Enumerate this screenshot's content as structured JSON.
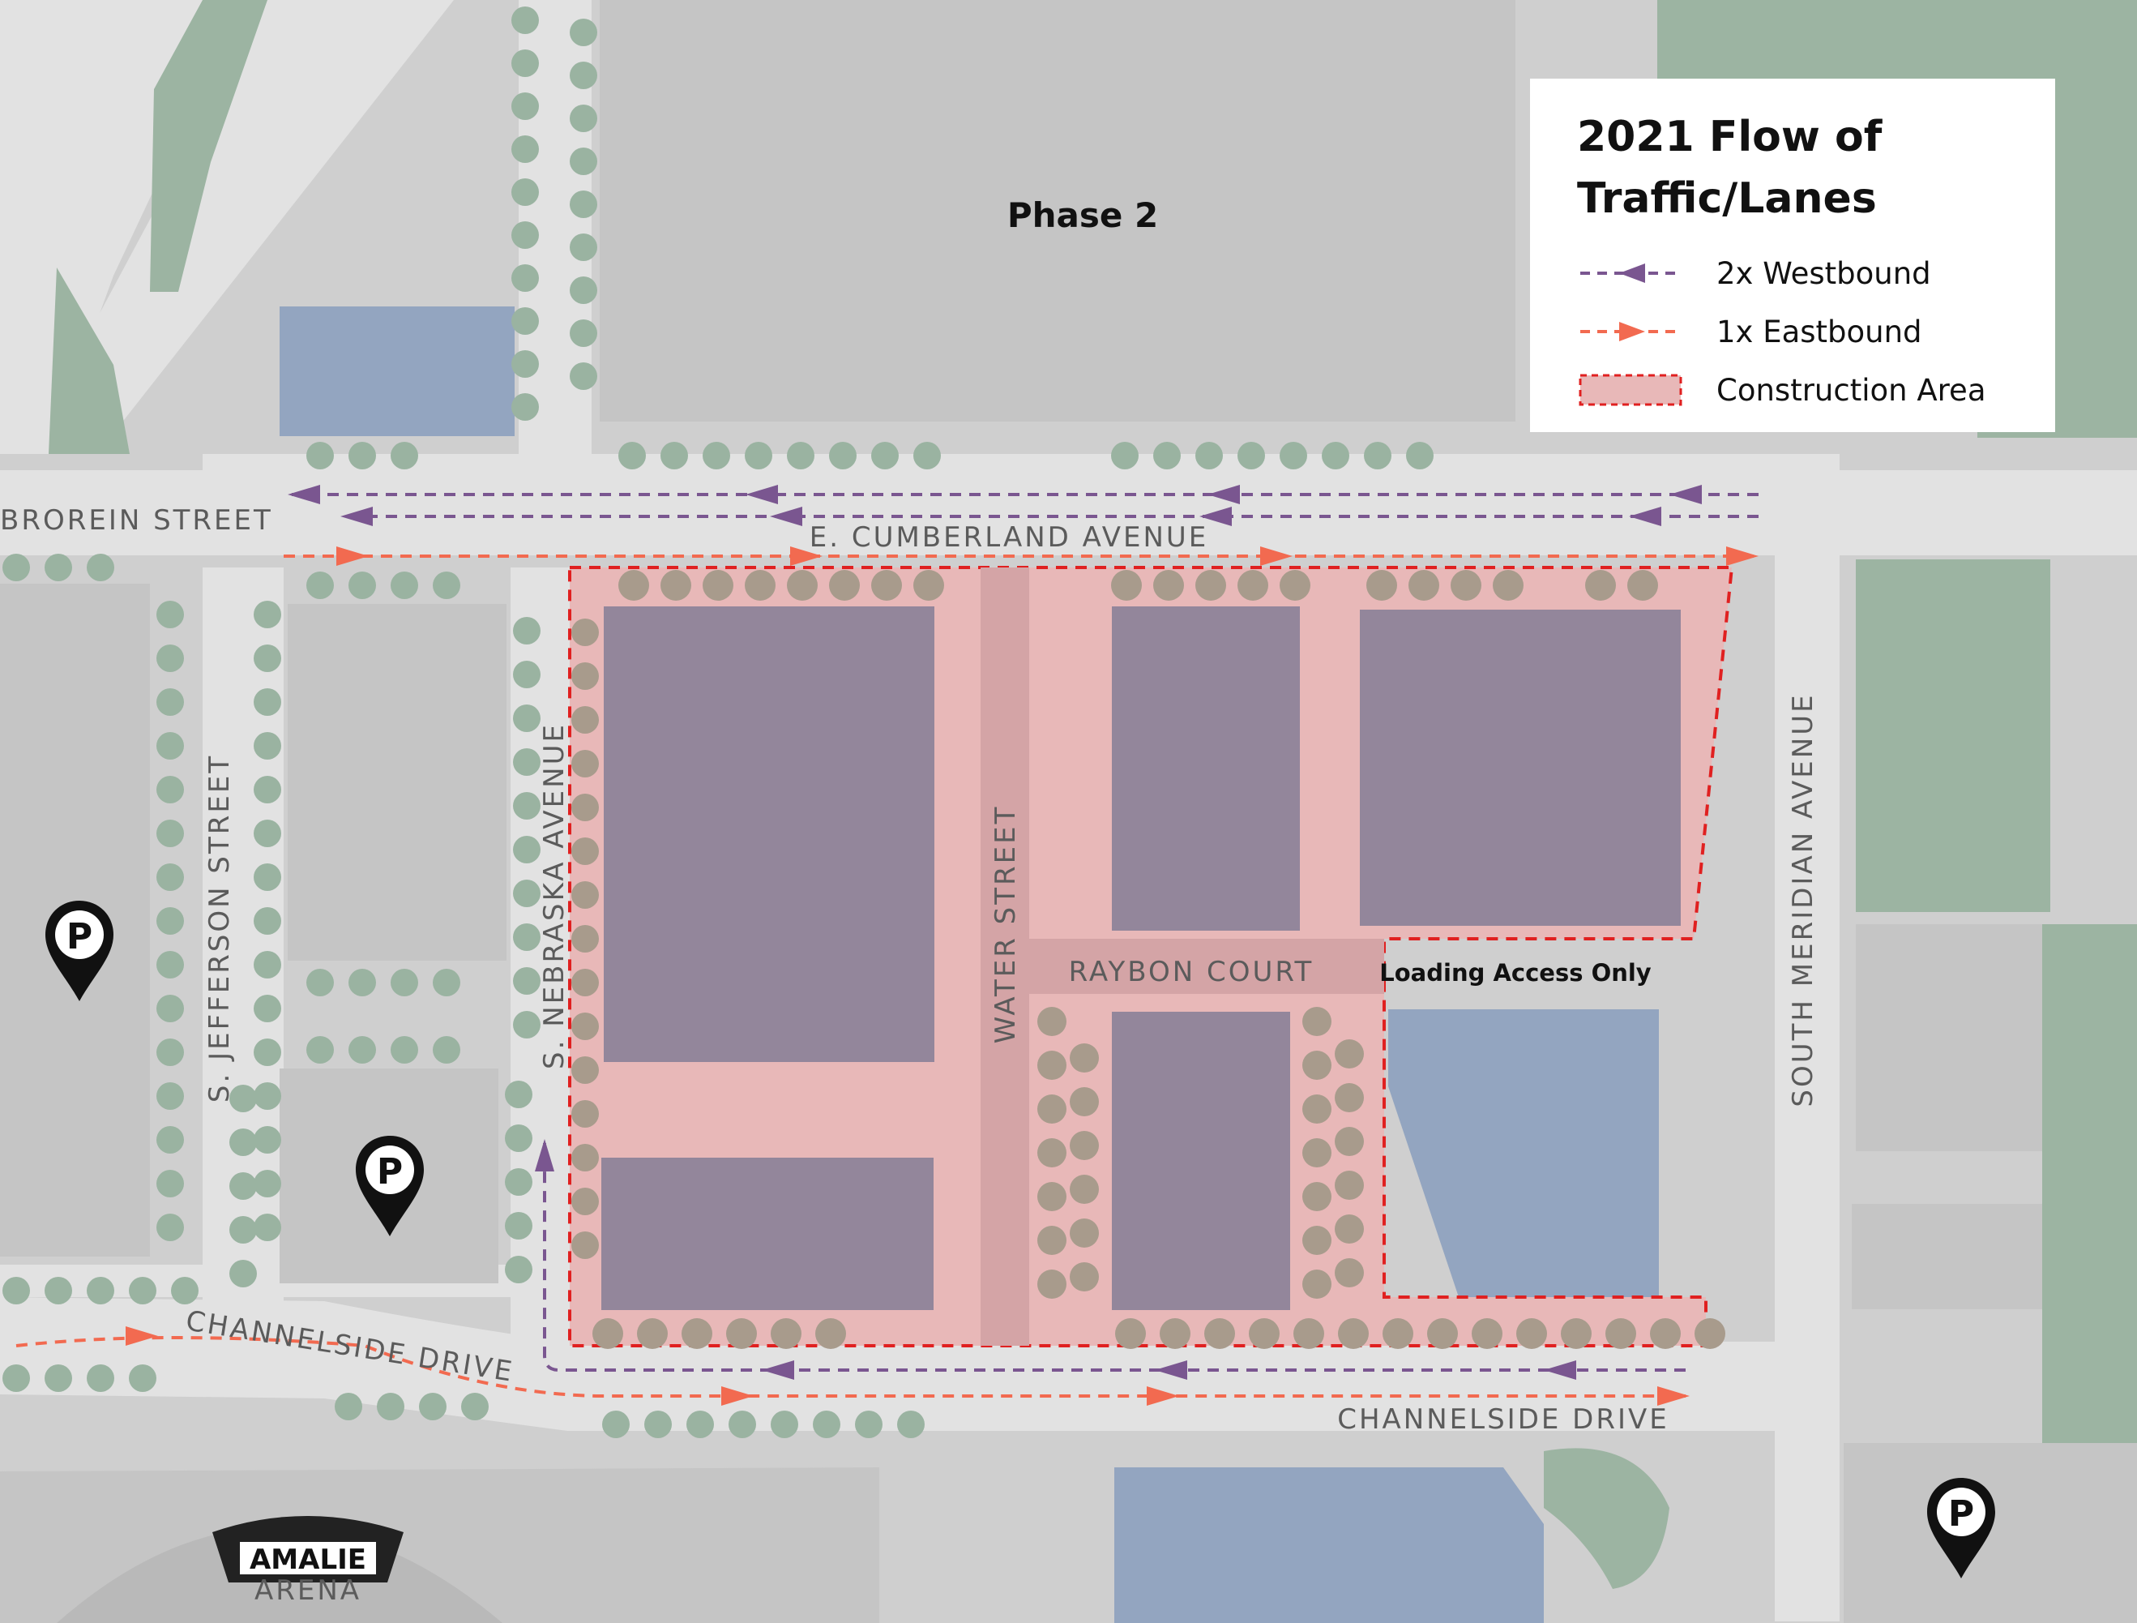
{
  "colors": {
    "background": "#cfcfcf",
    "road": "#e2e2e2",
    "green": "#9cb4a2",
    "tree": "#9ab3a1",
    "blue_building": "#93a5c0",
    "purple_building": "#93869b",
    "construction_fill": "#e8b8b8",
    "construction_border": "#e02020",
    "westbound": "#7a5690",
    "eastbound": "#f26a50"
  },
  "title": {
    "line1": "2021 Flow of",
    "line2": "Traffic/Lanes"
  },
  "legend": {
    "westbound": "2x Westbound",
    "eastbound": "1x Eastbound",
    "construction": "Construction Area"
  },
  "labels": {
    "phase2": "Phase 2",
    "loading": "Loading Access Only",
    "arena_name": "AMALIE",
    "arena_sub": "ARENA"
  },
  "streets": {
    "brorein": "BROREIN STREET",
    "cumberland": "E. CUMBERLAND AVENUE",
    "channelside_west": "CHANNELSIDE DRIVE",
    "channelside_east": "CHANNELSIDE DRIVE",
    "jefferson": "S. JEFFERSON STREET",
    "nebraska": "S. NEBRASKA AVENUE",
    "water": "WATER STREET",
    "raybon": "RAYBON COURT",
    "meridian": "SOUTH MERIDIAN AVENUE"
  },
  "parking": {
    "letter": "P"
  },
  "icons": {
    "parking": "parking-pin-icon",
    "arena": "arena-logo-icon"
  }
}
